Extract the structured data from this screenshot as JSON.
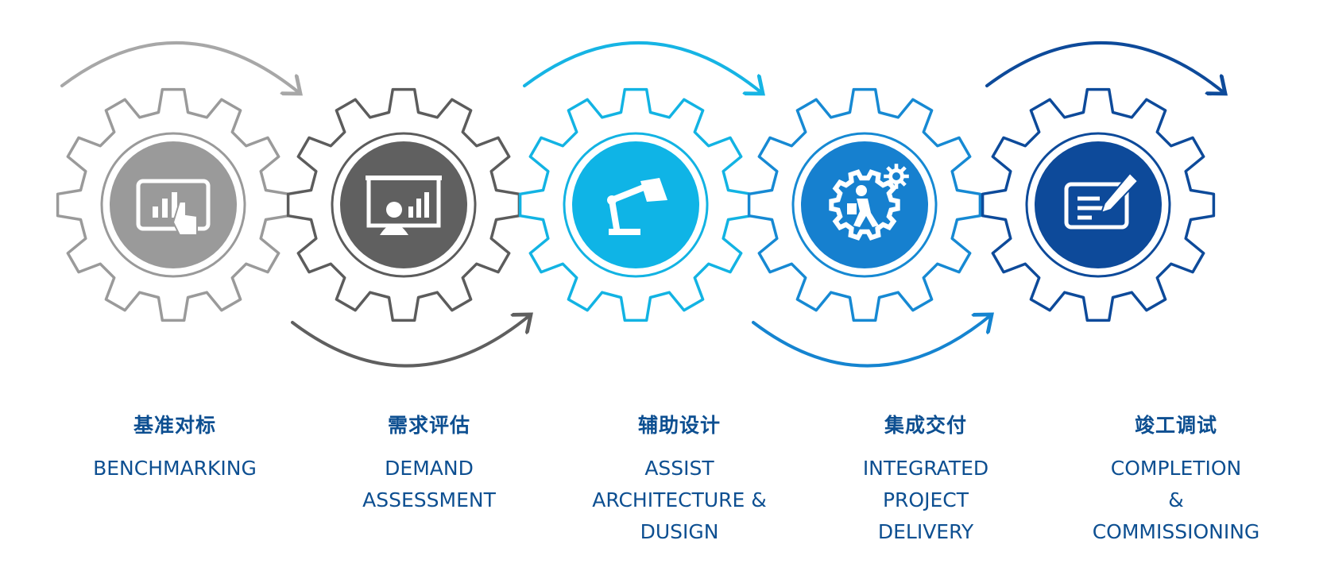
{
  "steps": [
    {
      "cn": "基准对标",
      "en": "BENCHMARKING",
      "icon": "tablet-chart-touch-icon",
      "gear_color": "#9a9a9a",
      "circle_color": "#9a9a9a",
      "arrow_color": "#a7a7a7",
      "arrow_position": "top"
    },
    {
      "cn": "需求评估",
      "en": "DEMAND\nASSESSMENT",
      "icon": "presentation-board-icon",
      "gear_color": "#5c5c5c",
      "circle_color": "#606060",
      "arrow_color": "#5f5f5f",
      "arrow_position": "bottom"
    },
    {
      "cn": "辅助设计",
      "en": "ASSIST\nARCHITECTURE &\nDUSIGN",
      "icon": "desk-lamp-icon",
      "gear_color": "#12b3e3",
      "circle_color": "#0fb4e6",
      "arrow_color": "#16b4e4",
      "arrow_position": "top"
    },
    {
      "cn": "集成交付",
      "en": "INTEGRATED\nPROJECT\nDELIVERY",
      "icon": "gear-runner-icon",
      "gear_color": "#1689d3",
      "circle_color": "#1680cf",
      "arrow_color": "#1584d0",
      "arrow_position": "bottom"
    },
    {
      "cn": "竣工调试",
      "en": "COMPLETION\n&\nCOMMISSIONING",
      "icon": "document-pen-icon",
      "gear_color": "#0d4a9a",
      "circle_color": "#0d4a9a",
      "arrow_color": "#0d4a9a",
      "arrow_position": "top"
    }
  ],
  "label_color": "#0d4f91"
}
